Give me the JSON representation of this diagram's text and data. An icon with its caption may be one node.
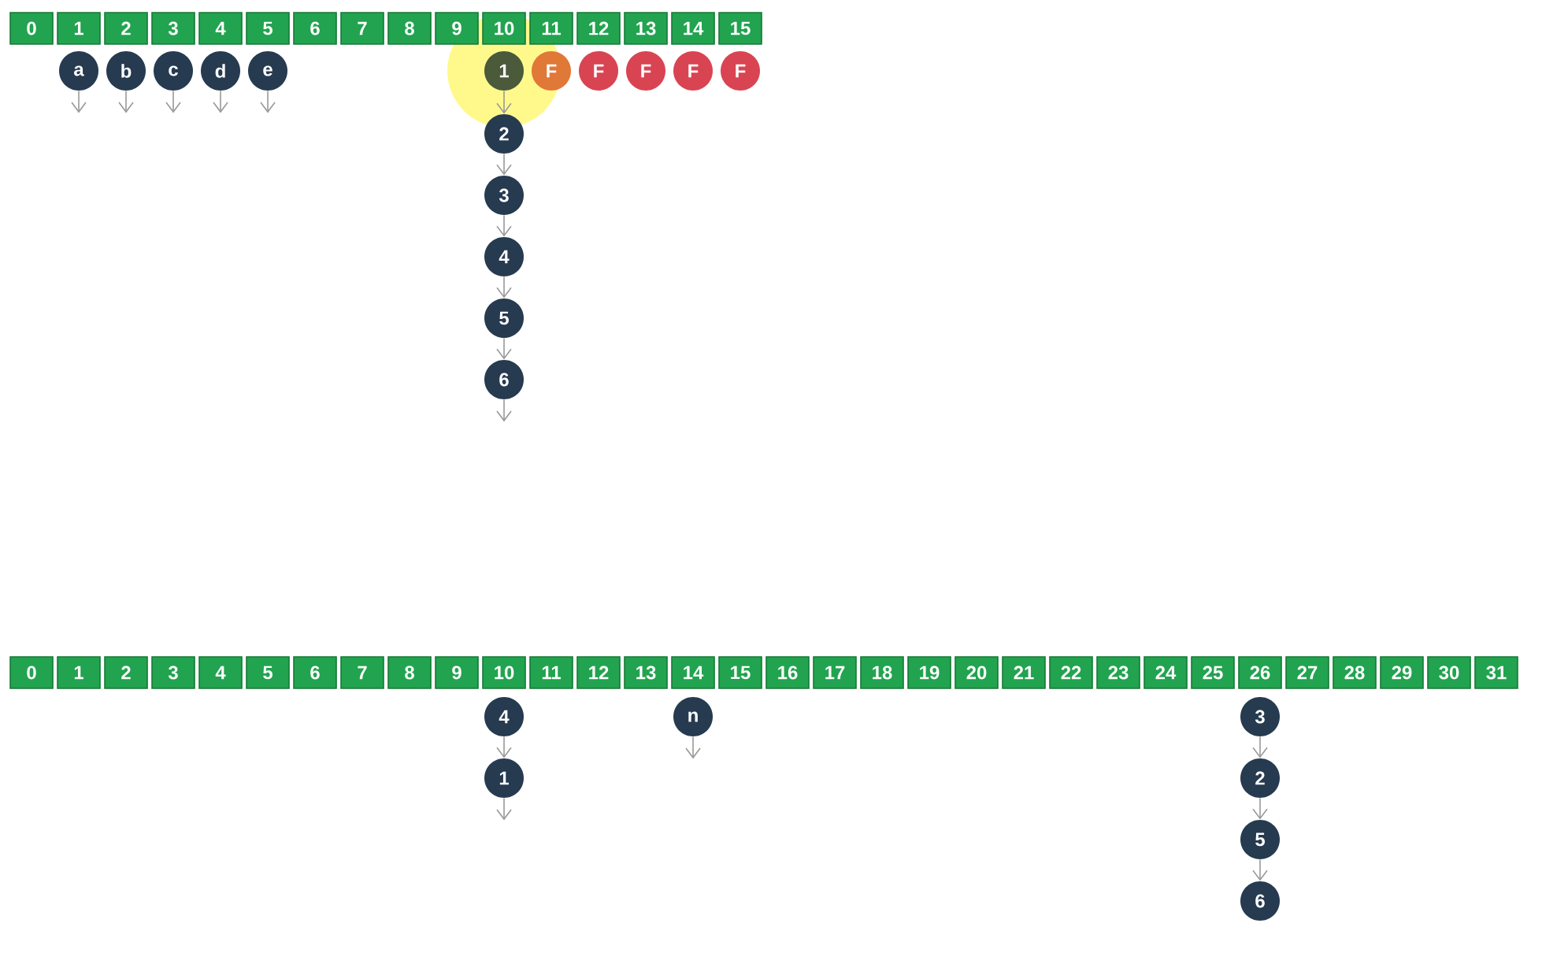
{
  "diagram": {
    "nodes": [
      {
        "text": [
          "0"
        ]
      },
      {
        "text": [
          "1"
        ]
      },
      {
        "text": [
          "2"
        ]
      },
      {
        "text": [
          "3"
        ]
      },
      {
        "text": [
          "4"
        ]
      },
      {
        "text": [
          "5"
        ]
      },
      {
        "text": [
          "6"
        ]
      },
      {
        "text": [
          "7"
        ]
      },
      {
        "text": [
          "8"
        ]
      },
      {
        "text": [
          "9"
        ]
      },
      {
        "text": [
          "10"
        ]
      },
      {
        "text": [
          "11"
        ]
      },
      {
        "text": [
          "12"
        ]
      },
      {
        "text": [
          "13"
        ]
      },
      {
        "text": [
          "14"
        ]
      },
      {
        "text": [
          "15"
        ]
      },
      {
        "text": [
          "a"
        ]
      },
      {
        "text": [
          "b"
        ]
      },
      {
        "text": [
          "c"
        ]
      },
      {
        "text": [
          "d"
        ]
      },
      {
        "text": [
          "e"
        ]
      },
      {
        "text": [
          "1"
        ]
      },
      {
        "text": [
          "F"
        ]
      },
      {
        "text": [
          "F"
        ]
      },
      {
        "text": [
          "F"
        ]
      },
      {
        "text": [
          "F"
        ]
      },
      {
        "text": [
          "F"
        ]
      },
      {
        "text": [
          "2"
        ]
      },
      {
        "text": [
          "3"
        ]
      },
      {
        "text": [
          "4"
        ]
      },
      {
        "text": [
          "5"
        ]
      },
      {
        "text": [
          "6"
        ]
      },
      {
        "text": [
          "0"
        ]
      },
      {
        "text": [
          "1"
        ]
      },
      {
        "text": [
          "2"
        ]
      },
      {
        "text": [
          "3"
        ]
      },
      {
        "text": [
          "4"
        ]
      },
      {
        "text": [
          "5"
        ]
      },
      {
        "text": [
          "6"
        ]
      },
      {
        "text": [
          "7"
        ]
      },
      {
        "text": [
          "8"
        ]
      },
      {
        "text": [
          "9"
        ]
      },
      {
        "text": [
          "10"
        ]
      },
      {
        "text": [
          "11"
        ]
      },
      {
        "text": [
          "12"
        ]
      },
      {
        "text": [
          "13"
        ]
      },
      {
        "text": [
          "14"
        ]
      },
      {
        "text": [
          "15"
        ]
      },
      {
        "text": [
          "16"
        ]
      },
      {
        "text": [
          "17"
        ]
      },
      {
        "text": [
          "18"
        ]
      },
      {
        "text": [
          "19"
        ]
      },
      {
        "text": [
          "20"
        ]
      },
      {
        "text": [
          "21"
        ]
      },
      {
        "text": [
          "22"
        ]
      },
      {
        "text": [
          "23"
        ]
      },
      {
        "text": [
          "24"
        ]
      },
      {
        "text": [
          "25"
        ]
      },
      {
        "text": [
          "26"
        ]
      },
      {
        "text": [
          "27"
        ]
      },
      {
        "text": [
          "28"
        ]
      },
      {
        "text": [
          "29"
        ]
      },
      {
        "text": [
          "30"
        ]
      },
      {
        "text": [
          "31"
        ]
      },
      {
        "text": [
          "4"
        ]
      },
      {
        "text": [
          "n"
        ]
      },
      {
        "text": [
          "3"
        ]
      },
      {
        "text": [
          "1"
        ]
      },
      {
        "text": [
          "2"
        ]
      },
      {
        "text": [
          "5"
        ]
      },
      {
        "text": [
          "6"
        ]
      }
    ],
    "edges": [
      {
        "from": 16,
        "to": null,
        "arrow": "to"
      },
      {
        "from": 17,
        "to": null,
        "arrow": "to"
      },
      {
        "from": 18,
        "to": null,
        "arrow": "to"
      },
      {
        "from": 19,
        "to": null,
        "arrow": "to"
      },
      {
        "from": 20,
        "to": null,
        "arrow": "to"
      },
      {
        "from": 21,
        "to": 27,
        "arrow": "to"
      },
      {
        "from": 27,
        "to": 28,
        "arrow": "to"
      },
      {
        "from": 28,
        "to": 29,
        "arrow": "to"
      },
      {
        "from": 29,
        "to": 30,
        "arrow": "to"
      },
      {
        "from": 30,
        "to": 31,
        "arrow": "to"
      },
      {
        "from": 31,
        "to": null,
        "arrow": "to"
      },
      {
        "from": 64,
        "to": 67,
        "arrow": "to"
      },
      {
        "from": 67,
        "to": null,
        "arrow": "to"
      },
      {
        "from": 65,
        "to": null,
        "arrow": "to"
      },
      {
        "from": 66,
        "to": 68,
        "arrow": "to"
      },
      {
        "from": 68,
        "to": 69,
        "arrow": "to"
      },
      {
        "from": 69,
        "to": 70,
        "arrow": "to"
      }
    ]
  }
}
